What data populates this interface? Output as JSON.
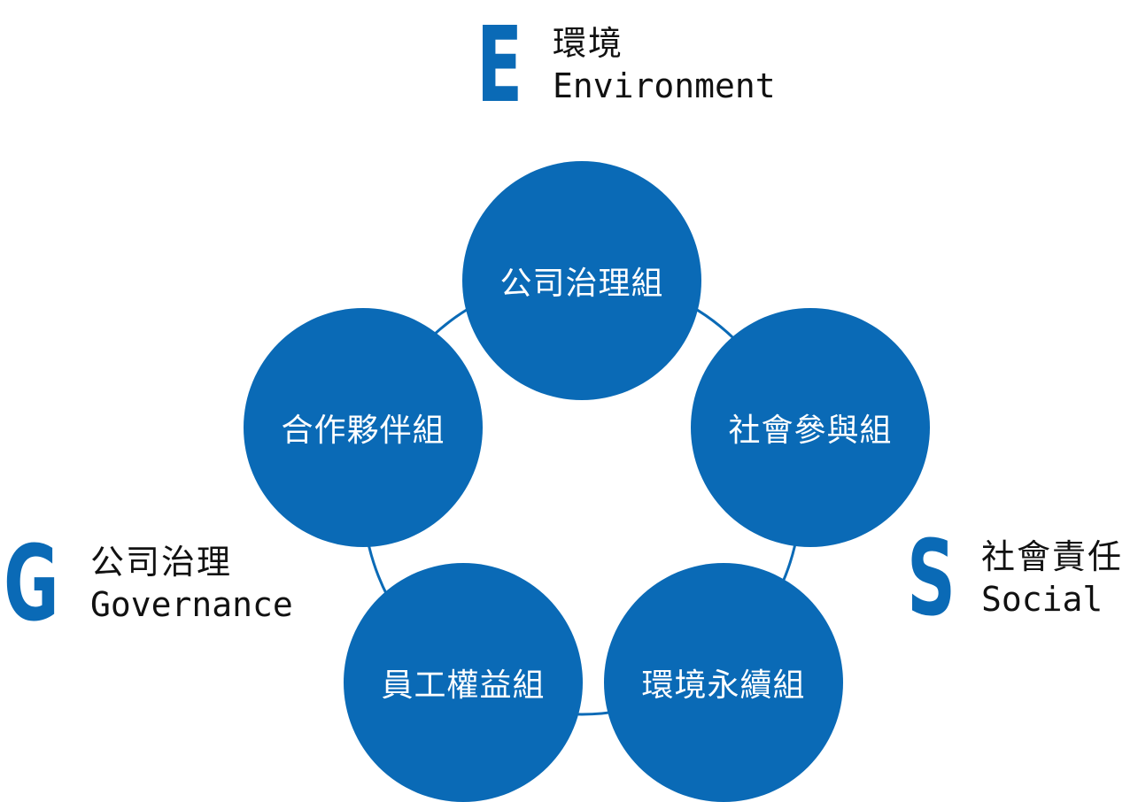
{
  "colors": {
    "accent": "#0a6ab6",
    "text": "#111111",
    "circle_text": "#ffffff"
  },
  "pillars": {
    "environment": {
      "letter": "E",
      "zh": "環境",
      "en": "Environment"
    },
    "governance": {
      "letter": "G",
      "zh": "公司治理",
      "en": "Governance"
    },
    "social": {
      "letter": "S",
      "zh": "社會責任",
      "en": "Social"
    }
  },
  "groups": [
    {
      "label": "公司治理組"
    },
    {
      "label": "社會參與組"
    },
    {
      "label": "環境永續組"
    },
    {
      "label": "員工權益組"
    },
    {
      "label": "合作夥伴組"
    }
  ]
}
